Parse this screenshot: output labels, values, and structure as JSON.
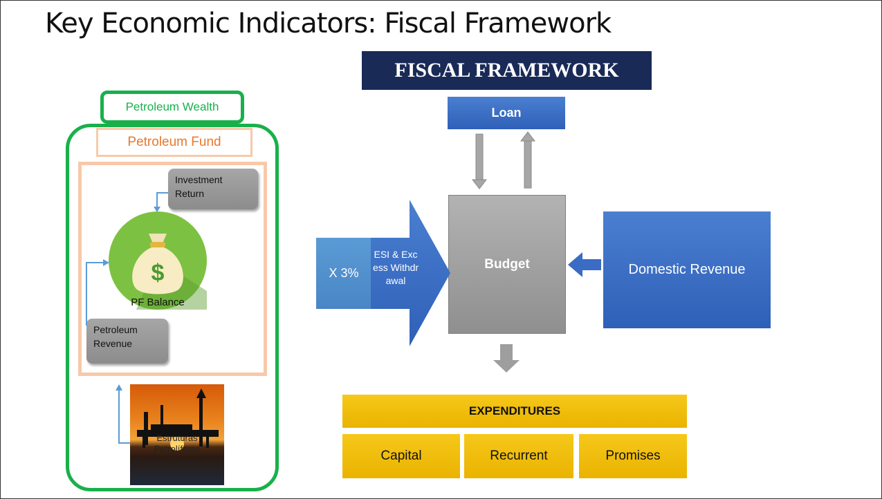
{
  "slide": {
    "title": "Key Economic Indicators: Fiscal Framework",
    "framework_header": "FISCAL FRAMEWORK"
  },
  "left_panel": {
    "wealth_label": "Petroleum Wealth",
    "fund_label": "Petroleum Fund",
    "investment_return": "Investment Return",
    "pf_balance": "PF Balance",
    "petroleum_revenue": "Petroleum Revenue",
    "photo_caption": "Estruturas Petrolíferas"
  },
  "framework": {
    "loan": "Loan",
    "budget": "Budget",
    "x3": "X 3%",
    "esi_withdrawal": "ESI & Excess Withdrawal",
    "domestic_revenue": "Domestic Revenue",
    "expenditures": "EXPENDITURES",
    "expenditure_items": [
      "Capital",
      "Recurrent",
      "Promises"
    ]
  },
  "colors": {
    "green": "#19b04b",
    "peach": "#f7c9a9",
    "fund_text": "#e8782d",
    "navy": "#1a2a57",
    "blue": "#3b6cc4",
    "gray": "#9e9e9e",
    "yellow": "#f2c10c",
    "coin_green": "#7dc142"
  }
}
